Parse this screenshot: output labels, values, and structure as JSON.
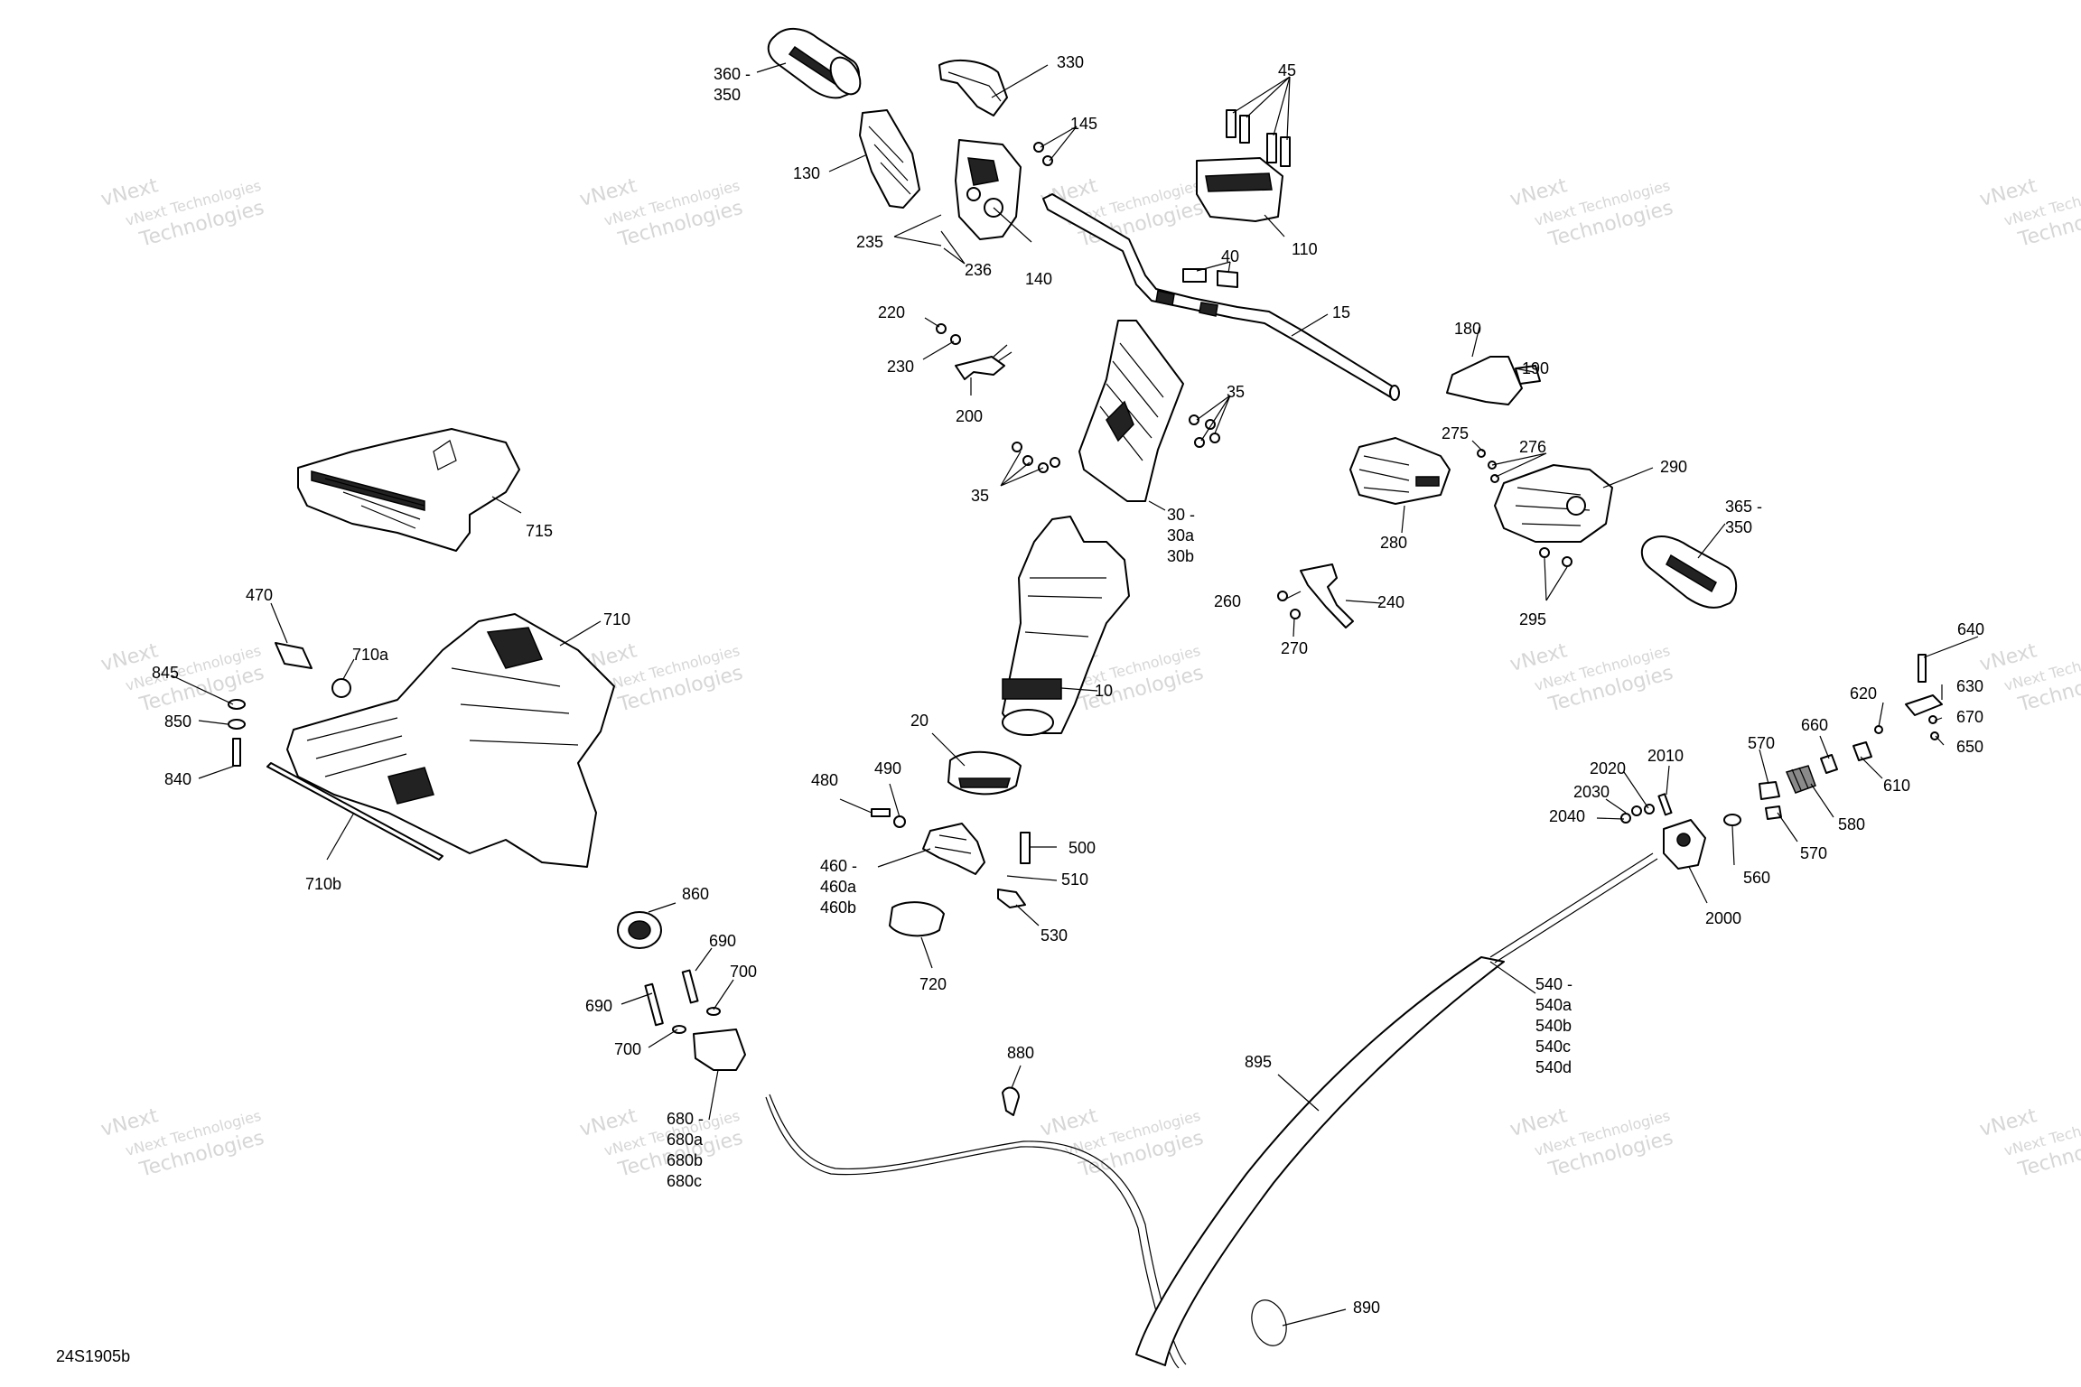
{
  "reference_code": "24S1905b",
  "watermark": {
    "line1": "vNext Technologies",
    "line2": "Technologies",
    "line3": "vNext"
  },
  "callouts": [
    {
      "id": "c360",
      "lines": [
        "360 -",
        "350"
      ]
    },
    {
      "id": "c330",
      "lines": [
        "330"
      ]
    },
    {
      "id": "c45",
      "lines": [
        "45"
      ]
    },
    {
      "id": "c145",
      "lines": [
        "145"
      ]
    },
    {
      "id": "c130",
      "lines": [
        "130"
      ]
    },
    {
      "id": "c110",
      "lines": [
        "110"
      ]
    },
    {
      "id": "c235",
      "lines": [
        "235"
      ]
    },
    {
      "id": "c236",
      "lines": [
        "236"
      ]
    },
    {
      "id": "c140",
      "lines": [
        "140"
      ]
    },
    {
      "id": "c40",
      "lines": [
        "40"
      ]
    },
    {
      "id": "c15",
      "lines": [
        "15"
      ]
    },
    {
      "id": "c220",
      "lines": [
        "220"
      ]
    },
    {
      "id": "c230",
      "lines": [
        "230"
      ]
    },
    {
      "id": "c200",
      "lines": [
        "200"
      ]
    },
    {
      "id": "c180",
      "lines": [
        "180"
      ]
    },
    {
      "id": "c190",
      "lines": [
        "190"
      ]
    },
    {
      "id": "c35a",
      "lines": [
        "35"
      ]
    },
    {
      "id": "c35b",
      "lines": [
        "35"
      ]
    },
    {
      "id": "c275",
      "lines": [
        "275"
      ]
    },
    {
      "id": "c276",
      "lines": [
        "276"
      ]
    },
    {
      "id": "c290",
      "lines": [
        "290"
      ]
    },
    {
      "id": "c715",
      "lines": [
        "715"
      ]
    },
    {
      "id": "c30",
      "lines": [
        "30 -",
        "30a",
        "30b"
      ]
    },
    {
      "id": "c280",
      "lines": [
        "280"
      ]
    },
    {
      "id": "c365",
      "lines": [
        "365 -",
        "350"
      ]
    },
    {
      "id": "c470",
      "lines": [
        "470"
      ]
    },
    {
      "id": "c710",
      "lines": [
        "710"
      ]
    },
    {
      "id": "c260",
      "lines": [
        "260"
      ]
    },
    {
      "id": "c240",
      "lines": [
        "240"
      ]
    },
    {
      "id": "c295",
      "lines": [
        "295"
      ]
    },
    {
      "id": "c270",
      "lines": [
        "270"
      ]
    },
    {
      "id": "c845",
      "lines": [
        "845"
      ]
    },
    {
      "id": "c710a",
      "lines": [
        "710a"
      ]
    },
    {
      "id": "c850",
      "lines": [
        "850"
      ]
    },
    {
      "id": "c10",
      "lines": [
        "10"
      ]
    },
    {
      "id": "c640",
      "lines": [
        "640"
      ]
    },
    {
      "id": "c630",
      "lines": [
        "630"
      ]
    },
    {
      "id": "c620",
      "lines": [
        "620"
      ]
    },
    {
      "id": "c670",
      "lines": [
        "670"
      ]
    },
    {
      "id": "c650",
      "lines": [
        "650"
      ]
    },
    {
      "id": "c840",
      "lines": [
        "840"
      ]
    },
    {
      "id": "c20",
      "lines": [
        "20"
      ]
    },
    {
      "id": "c660",
      "lines": [
        "660"
      ]
    },
    {
      "id": "c2010",
      "lines": [
        "2010"
      ]
    },
    {
      "id": "c2020",
      "lines": [
        "2020"
      ]
    },
    {
      "id": "c570a",
      "lines": [
        "570"
      ]
    },
    {
      "id": "c610",
      "lines": [
        "610"
      ]
    },
    {
      "id": "c480",
      "lines": [
        "480"
      ]
    },
    {
      "id": "c490",
      "lines": [
        "490"
      ]
    },
    {
      "id": "c2030",
      "lines": [
        "2030"
      ]
    },
    {
      "id": "c2040",
      "lines": [
        "2040"
      ]
    },
    {
      "id": "c580",
      "lines": [
        "580"
      ]
    },
    {
      "id": "c710b",
      "lines": [
        "710b"
      ]
    },
    {
      "id": "c500",
      "lines": [
        "500"
      ]
    },
    {
      "id": "c460",
      "lines": [
        "460 -",
        "460a",
        "460b"
      ]
    },
    {
      "id": "c510",
      "lines": [
        "510"
      ]
    },
    {
      "id": "c570b",
      "lines": [
        "570"
      ]
    },
    {
      "id": "c560",
      "lines": [
        "560"
      ]
    },
    {
      "id": "c2000",
      "lines": [
        "2000"
      ]
    },
    {
      "id": "c860",
      "lines": [
        "860"
      ]
    },
    {
      "id": "c530",
      "lines": [
        "530"
      ]
    },
    {
      "id": "c690a",
      "lines": [
        "690"
      ]
    },
    {
      "id": "c720",
      "lines": [
        "720"
      ]
    },
    {
      "id": "c700a",
      "lines": [
        "700"
      ]
    },
    {
      "id": "c540",
      "lines": [
        "540 -",
        "540a",
        "540b",
        "540c",
        "540d"
      ]
    },
    {
      "id": "c690b",
      "lines": [
        "690"
      ]
    },
    {
      "id": "c700b",
      "lines": [
        "700"
      ]
    },
    {
      "id": "c880",
      "lines": [
        "880"
      ]
    },
    {
      "id": "c895",
      "lines": [
        "895"
      ]
    },
    {
      "id": "c680",
      "lines": [
        "680 -",
        "680a",
        "680b",
        "680c"
      ]
    },
    {
      "id": "c890",
      "lines": [
        "890"
      ]
    }
  ]
}
